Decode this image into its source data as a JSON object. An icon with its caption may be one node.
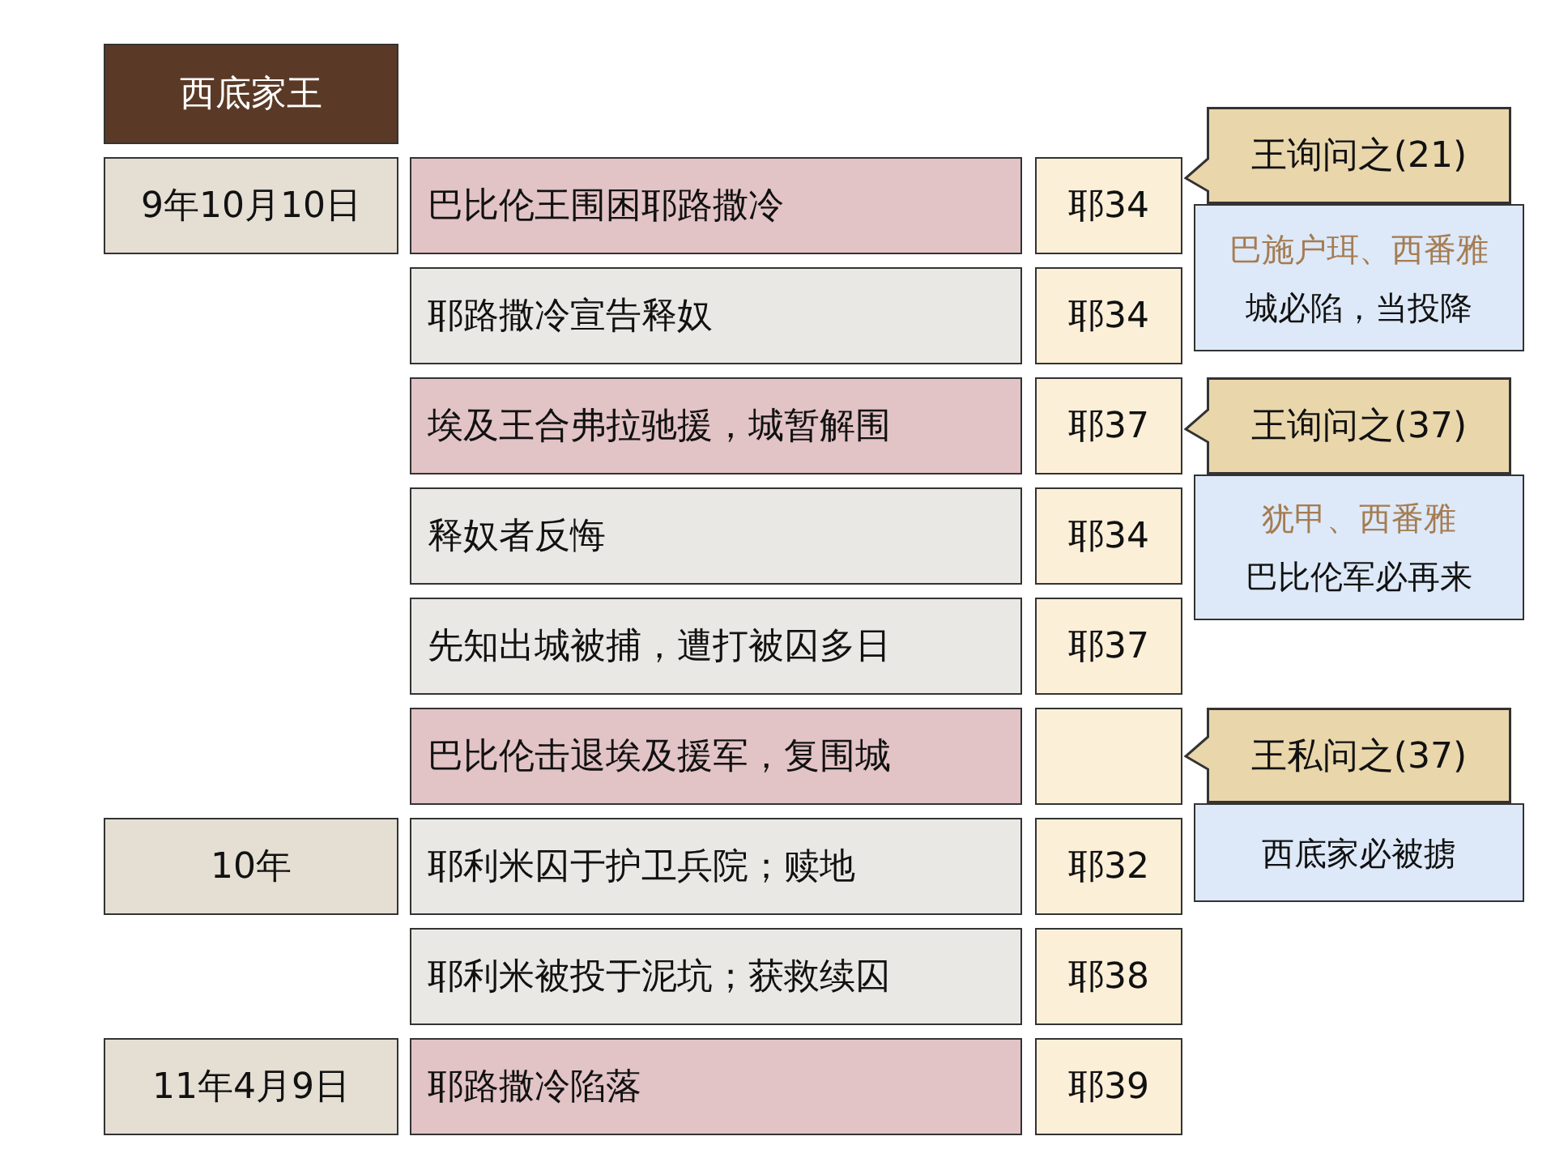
{
  "diagram": {
    "nodes": [
      {
        "text": [
          "西底家王"
        ]
      },
      {
        "text": [
          "9年10月10日"
        ]
      },
      {
        "text": [
          "巴比伦王围困耶路撒冷"
        ]
      },
      {
        "text": [
          "耶34"
        ]
      },
      {
        "text": [
          "王询问之(21)"
        ]
      },
      {
        "text": [
          "巴施户珥、西番雅",
          "城必陷，当投降"
        ]
      },
      {
        "text": [
          "耶路撒冷宣告释奴"
        ]
      },
      {
        "text": [
          "耶34"
        ]
      },
      {
        "text": [
          "埃及王合弗拉驰援，城暂解围"
        ]
      },
      {
        "text": [
          "耶37"
        ]
      },
      {
        "text": [
          "王询问之(37)"
        ]
      },
      {
        "text": [
          "犹甲、西番雅",
          "巴比伦军必再来"
        ]
      },
      {
        "text": [
          "释奴者反悔"
        ]
      },
      {
        "text": [
          "耶34"
        ]
      },
      {
        "text": [
          "先知出城被捕，遭打被囚多日"
        ]
      },
      {
        "text": [
          "耶37"
        ]
      },
      {
        "text": [
          "巴比伦击退埃及援军，复围城"
        ]
      },
      {
        "text": [],
        "shape": "box"
      },
      {
        "text": [
          "王私问之(37)"
        ]
      },
      {
        "text": [
          "西底家必被掳"
        ]
      },
      {
        "text": [
          "10年"
        ]
      },
      {
        "text": [
          "耶利米囚于护卫兵院；赎地"
        ]
      },
      {
        "text": [
          "耶32"
        ]
      },
      {
        "text": [
          "耶利米被投于泥坑；获救续囚"
        ]
      },
      {
        "text": [
          "耶38"
        ]
      },
      {
        "text": [
          "11年4月9日"
        ]
      },
      {
        "text": [
          "耶路撒冷陷落"
        ]
      },
      {
        "text": [
          "耶39"
        ]
      }
    ]
  }
}
